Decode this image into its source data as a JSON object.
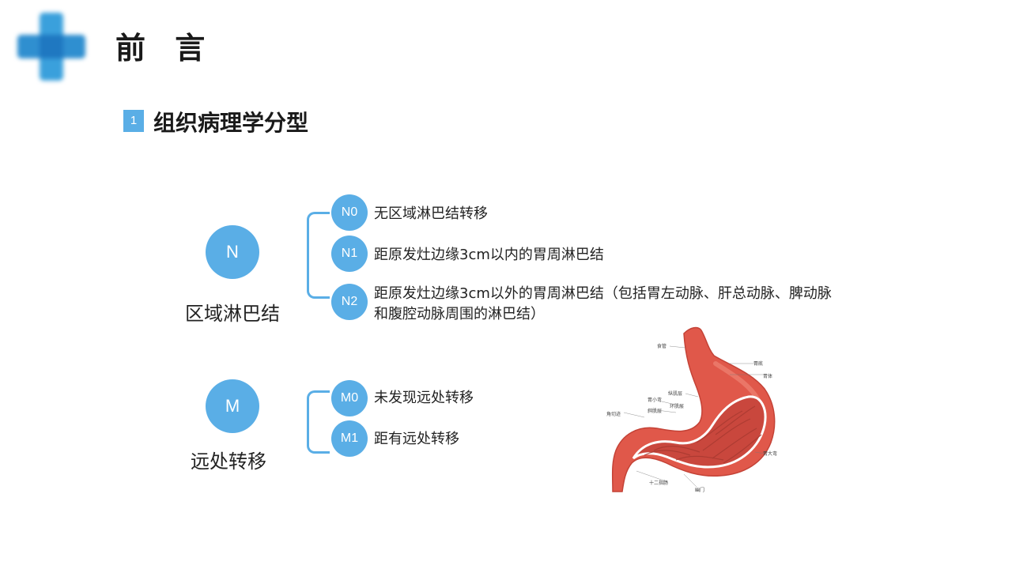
{
  "header": {
    "title": "前 言"
  },
  "section": {
    "number": "1",
    "title": "组织病理学分型"
  },
  "groups": [
    {
      "symbol": "N",
      "label": "区域淋巴结",
      "items": [
        {
          "code": "N0",
          "text": "无区域淋巴结转移"
        },
        {
          "code": "N1",
          "text": "距原发灶边缘3cm以内的胃周淋巴结"
        },
        {
          "code": "N2",
          "text": "距原发灶边缘3cm以外的胃周淋巴结（包括胃左动脉、肝总动脉、脾动脉和腹腔动脉周围的淋巴结）"
        }
      ]
    },
    {
      "symbol": "M",
      "label": "远处转移",
      "items": [
        {
          "code": "M0",
          "text": "未发现远处转移"
        },
        {
          "code": "M1",
          "text": "距有远处转移"
        }
      ]
    }
  ],
  "stomach_labels": {
    "esophagus": "食管",
    "fundus": "胃底",
    "body": "胃体",
    "longitudinal_muscle": "纵肌层",
    "circular_muscle": "环肌层",
    "oblique_muscle": "斜肌层",
    "lesser_curvature": "胃小弯",
    "angular_notch": "角切迹",
    "greater_curvature": "胃大弯",
    "duodenum": "十二指肠",
    "pylorus": "幽门"
  },
  "colors": {
    "accent": "#5aaee6",
    "stomach": "#e0584a"
  }
}
